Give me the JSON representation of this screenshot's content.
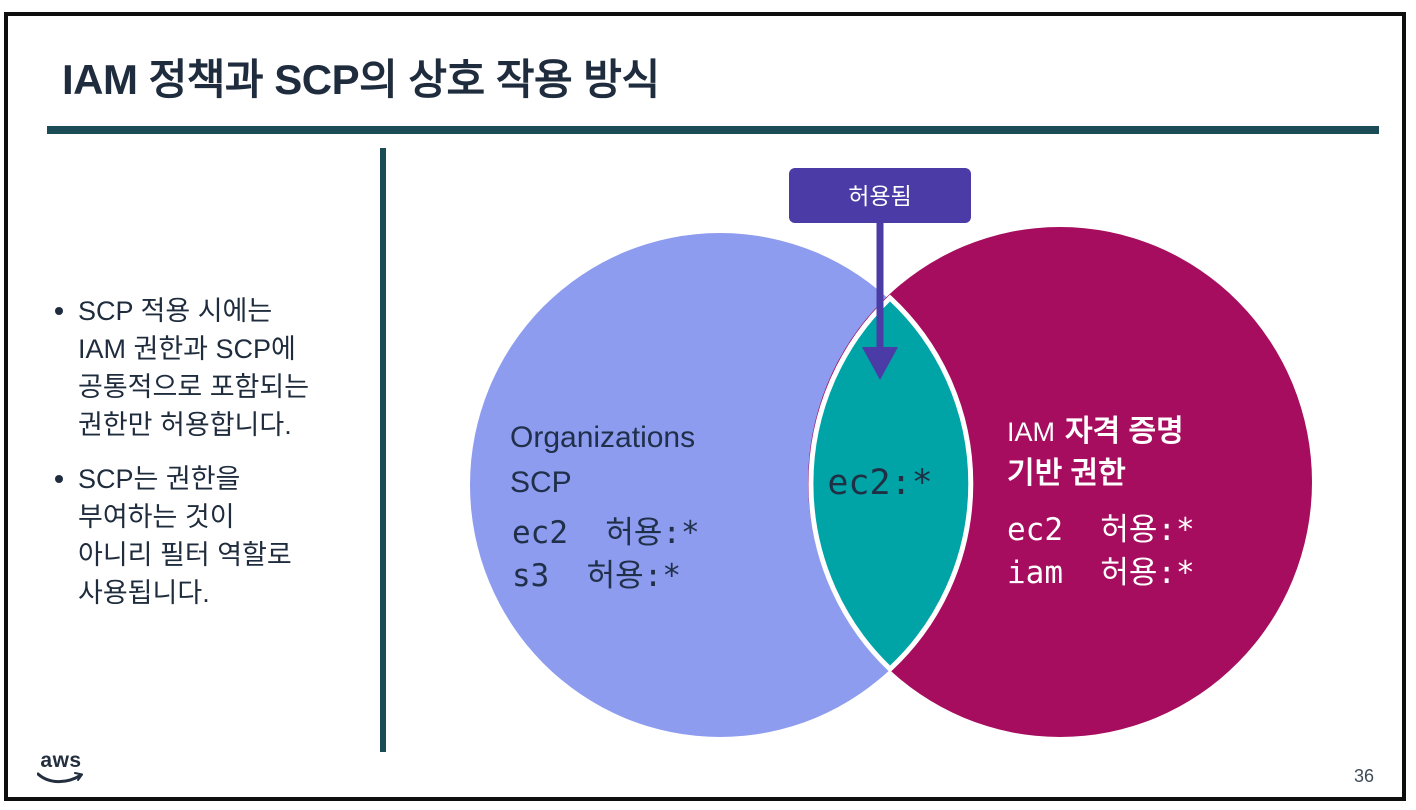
{
  "slide": {
    "title": "IAM 정책과 SCP의 상호 작용 방식",
    "page_number": "36",
    "logo_text": "aws"
  },
  "bullets": [
    {
      "lines": [
        "SCP 적용 시에는",
        "IAM 권한과 SCP에",
        "공통적으로 포함되는",
        "권한만 허용합니다."
      ]
    },
    {
      "lines": [
        "SCP는 권한을",
        "부여하는 것이",
        "아니리 필터 역할로",
        "사용됩니다."
      ]
    }
  ],
  "venn": {
    "callout": {
      "label": "허용됨",
      "color": "#4b3ba6"
    },
    "left_circle": {
      "name_line1": "Organizations",
      "name_line2": "SCP",
      "perm_line1": "ec2  허용:*",
      "perm_line2": "s3  허용:*",
      "color": "#8d9cee"
    },
    "right_circle": {
      "name_prefix": "IAM",
      "name_bold_line1": "자격 증명",
      "name_bold_line2": "기반 권한",
      "perm_line1": "ec2  허용:*",
      "perm_line2": "iam  허용:*",
      "color": "#a60d5e"
    },
    "intersection": {
      "label": "ec2:*",
      "color": "#00a4a6",
      "border_color": "#ffffff"
    }
  },
  "theme": {
    "accent_line_color": "#1b4c56",
    "title_color": "#1f2c3d",
    "frame_color": "#0e0e0e"
  }
}
